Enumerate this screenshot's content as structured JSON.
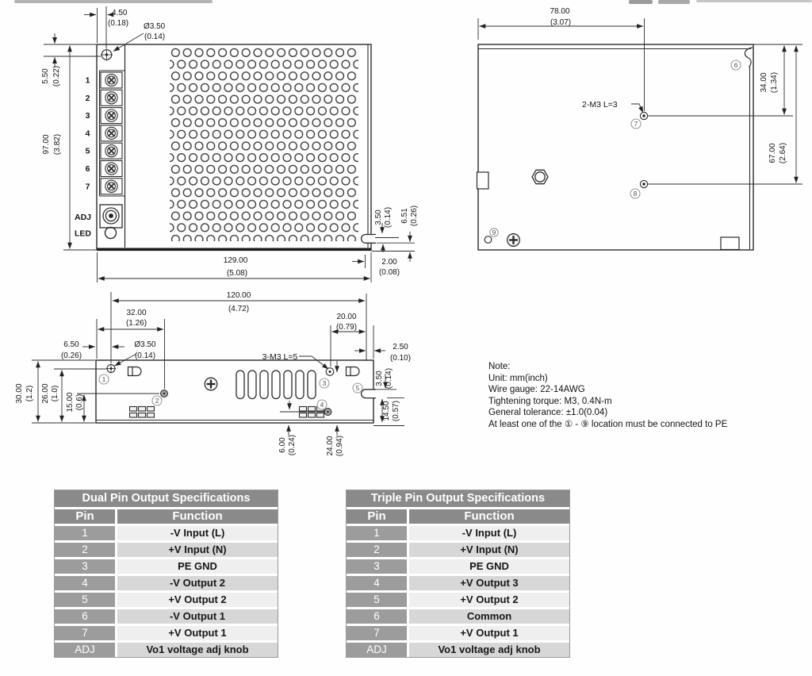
{
  "front_view": {
    "pin_labels": [
      "1",
      "2",
      "3",
      "4",
      "5",
      "6",
      "7"
    ],
    "adj_label": "ADJ",
    "led_label": "LED",
    "dims": {
      "hole_top_offset": {
        "mm": "4.50",
        "in": "(0.18)"
      },
      "hole_dia": {
        "mm": "Ø3.50",
        "in": "(0.14)"
      },
      "hole_from_top": {
        "mm": "5.50",
        "in": "(0.22)"
      },
      "height": {
        "mm": "97.00",
        "in": "(3.82)"
      },
      "width": {
        "mm": "129.00",
        "in": "(5.08)"
      },
      "tab_thickness": {
        "mm": "3.50",
        "in": "(0.14)"
      },
      "tab_from_bottom": {
        "mm": "6.51",
        "in": "(0.26)"
      },
      "tab_protrusion": {
        "mm": "2.00",
        "in": "(0.08)"
      }
    }
  },
  "side_view": {
    "thread_label": "2-M3 L=3",
    "markers": {
      "m6": "6",
      "m7": "7",
      "m8": "8",
      "m9": "9"
    },
    "dims": {
      "hole_from_left": {
        "mm": "78.00",
        "in": "(3.07)"
      },
      "hole_from_top": {
        "mm": "34.00",
        "in": "(1.34)"
      },
      "hole_spacing": {
        "mm": "67.00",
        "in": "(2.64)"
      }
    }
  },
  "bottom_view": {
    "thread_label": "3-M3 L=5",
    "markers": {
      "m1": "1",
      "m2": "2",
      "m3": "3",
      "m4": "4",
      "m5": "5"
    },
    "dims": {
      "width": {
        "mm": "120.00",
        "in": "(4.72)"
      },
      "hole2_from_left": {
        "mm": "32.00",
        "in": "(1.26)"
      },
      "hole3_from_right": {
        "mm": "20.00",
        "in": "(0.79)"
      },
      "hole1_from_left": {
        "mm": "6.50",
        "in": "(0.26)"
      },
      "hole_dia": {
        "mm": "Ø3.50",
        "in": "(0.14)"
      },
      "right_margin": {
        "mm": "2.50",
        "in": "(0.10)"
      },
      "depth": {
        "mm": "30.00",
        "in": "(1.2)"
      },
      "hole1_from_bottom": {
        "mm": "26.00",
        "in": "(1.0)"
      },
      "hole2_from_bottom": {
        "mm": "15.00",
        "in": "(0.6)"
      },
      "tab_thickness": {
        "mm": "3.50",
        "in": "(0.14)"
      },
      "tab_from_bottom": {
        "mm": "14.50",
        "in": "(0.57)"
      },
      "pad_offset": {
        "mm": "6.00",
        "in": "(0.24)"
      },
      "hole4_offset": {
        "mm": "24.00",
        "in": "(0.94)"
      }
    }
  },
  "note": {
    "title": "Note:",
    "lines": [
      "Unit: mm(inch)",
      "Wire gauge: 22-14AWG",
      "Tightening torque: M3, 0.4N-m",
      "General tolerance: ±1.0(0.04)",
      "At least one of the ① - ⑨ location must be connected to PE"
    ]
  },
  "tables": {
    "dual": {
      "title": "Dual Pin Output Specifications",
      "headers": {
        "pin": "Pin",
        "function": "Function"
      },
      "rows": [
        {
          "pin": "1",
          "fn": "-V Input (L)"
        },
        {
          "pin": "2",
          "fn": "+V Input (N)"
        },
        {
          "pin": "3",
          "fn": "PE GND"
        },
        {
          "pin": "4",
          "fn": "-V Output 2"
        },
        {
          "pin": "5",
          "fn": "+V Output 2"
        },
        {
          "pin": "6",
          "fn": "-V Output 1"
        },
        {
          "pin": "7",
          "fn": "+V Output 1"
        },
        {
          "pin": "ADJ",
          "fn": "Vo1 voltage adj knob"
        }
      ]
    },
    "triple": {
      "title": "Triple Pin Output Specifications",
      "headers": {
        "pin": "Pin",
        "function": "Function"
      },
      "rows": [
        {
          "pin": "1",
          "fn": "-V Input (L)"
        },
        {
          "pin": "2",
          "fn": "+V Input (N)"
        },
        {
          "pin": "3",
          "fn": "PE GND"
        },
        {
          "pin": "4",
          "fn": "+V Output 3"
        },
        {
          "pin": "5",
          "fn": "+V Output 2"
        },
        {
          "pin": "6",
          "fn": "Common"
        },
        {
          "pin": "7",
          "fn": "+V Output 1"
        },
        {
          "pin": "ADJ",
          "fn": "Vo1 voltage adj knob"
        }
      ]
    }
  },
  "colors": {
    "line": "#2b2b2b",
    "table_header_bg": "#8a8a8a",
    "table_pin_bg": "#9c9c9c",
    "row_light": "#efefef",
    "row_dark": "#d7d7d7",
    "header_text": "#ffffff",
    "body_text": "#161616"
  }
}
